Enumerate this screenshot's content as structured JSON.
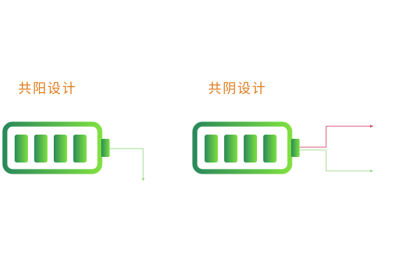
{
  "diagrams": [
    {
      "title": "共阳设计",
      "icon": "battery-icon",
      "bars": 4
    },
    {
      "title": "共阴设计",
      "icon": "battery-icon",
      "bars": 4
    }
  ],
  "colors": {
    "title": "#e07b1c",
    "battery_dark": "#2a8a5a",
    "battery_light": "#7ee040",
    "wire_green": "#9ed88a",
    "wire_red": "#d9466e"
  }
}
